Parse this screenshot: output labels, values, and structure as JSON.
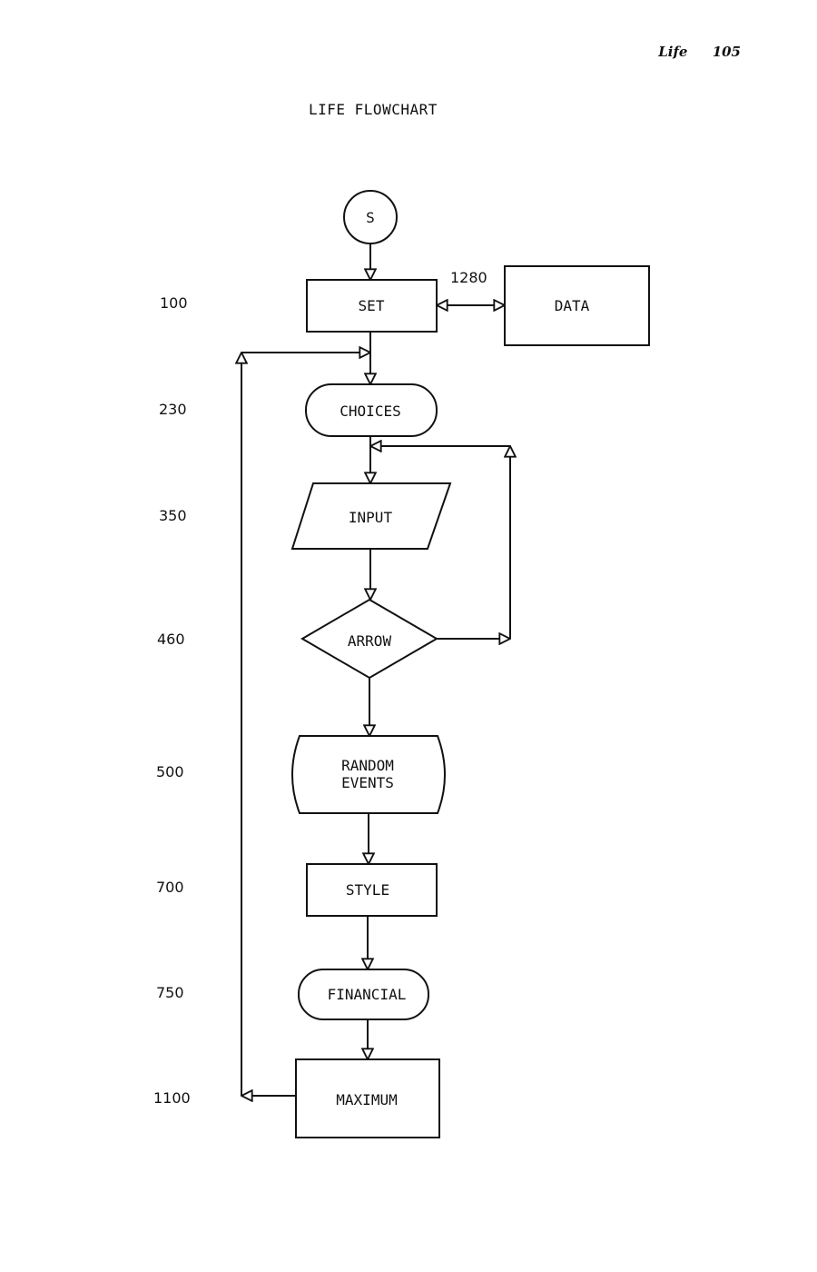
{
  "header": {
    "running_title": "Life",
    "page_number": "105"
  },
  "diagram": {
    "title": "LIFE FLOWCHART",
    "nodes": {
      "start": "S",
      "set": "SET",
      "data": "DATA",
      "choices": "CHOICES",
      "input": "INPUT",
      "arrow": "ARROW",
      "random_events_line1": "RANDOM",
      "random_events_line2": "EVENTS",
      "style": "STYLE",
      "financial": "FINANCIAL",
      "maximum": "MAXIMUM"
    },
    "data_link_label": "1280",
    "line_numbers": {
      "set": "100",
      "choices": "230",
      "input": "350",
      "arrow": "460",
      "random_events": "500",
      "style": "700",
      "financial": "750",
      "maximum": "1100"
    }
  }
}
